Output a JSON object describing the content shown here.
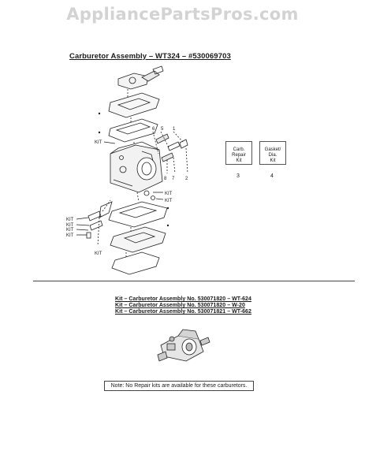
{
  "watermark": "AppliancePartsPros.com",
  "title": "Carburetor Assembly – WT324 – #530069703",
  "callouts": {
    "kit": "KIT",
    "n1": "1",
    "n2": "2",
    "n5": "5",
    "n6": "6",
    "n7": "7",
    "n8": "8",
    "n3": "3",
    "n4": "4"
  },
  "kit_boxes": [
    {
      "label": "Carb.\nRepair\nKit",
      "number": "3"
    },
    {
      "label": "Gasket/\nDia.\nKit",
      "number": "4"
    }
  ],
  "kit_lines": [
    "Kit – Carburetor Assembly No. 530071820 – WT-624",
    "Kit – Carburetor Assembly No. 530071820 – W-20",
    "Kit – Carburetor Assembly No. 530071821 – WT-662"
  ],
  "note": "Note: No Repair kits are available for these carburetors."
}
